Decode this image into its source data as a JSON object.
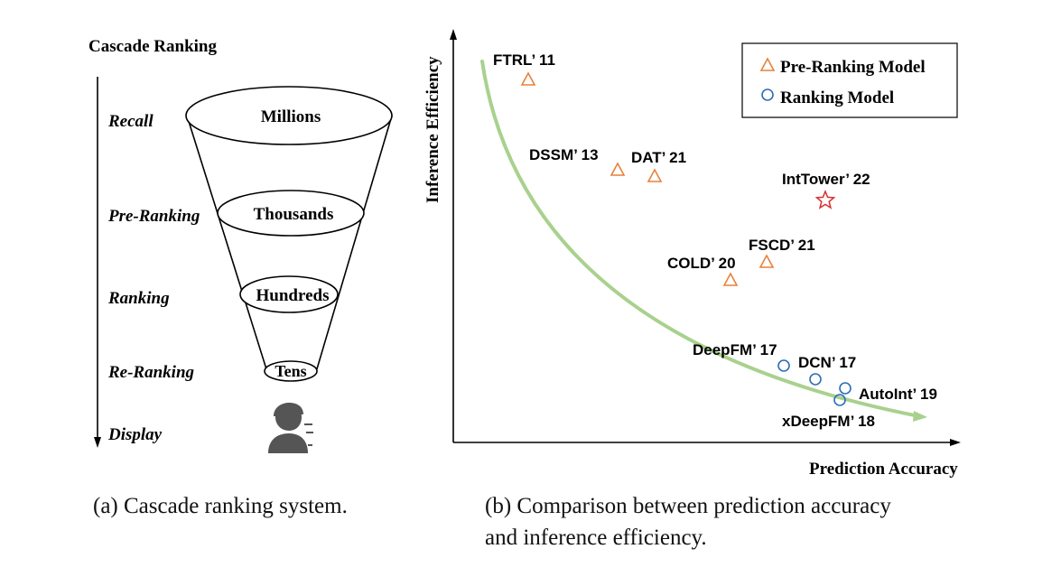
{
  "panel_a": {
    "title": "Cascade Ranking",
    "stages": [
      "Recall",
      "Pre-Ranking",
      "Ranking",
      "Re-Ranking",
      "Display"
    ],
    "levels": [
      "Millions",
      "Thousands",
      "Hundreds",
      "Tens"
    ],
    "icon": "user-icon",
    "caption": "(a) Cascade ranking system."
  },
  "panel_b": {
    "xlabel": "Prediction Accuracy",
    "ylabel": "Inference Efficiency",
    "legend": {
      "pre_ranking": "Pre-Ranking Model",
      "ranking": "Ranking Model"
    },
    "models": {
      "ftrl": "FTRL’ 11",
      "dssm": "DSSM’ 13",
      "dat": "DAT’ 21",
      "intower": "IntTower’ 22",
      "fscd": "FSCD’ 21",
      "cold": "COLD’ 20",
      "deepfm": "DeepFM’ 17",
      "dcn": "DCN’ 17",
      "autoint": "AutoInt’ 19",
      "xdeepfm": "xDeepFM’ 18"
    },
    "caption_line1": "(b) Comparison between prediction accuracy",
    "caption_line2": "and inference efficiency."
  },
  "colors": {
    "pre_ranking": "#E8803A",
    "ranking": "#2E6DB4",
    "intower": "#D62E2E",
    "curve": "#A9D18E",
    "funnel": "#000000",
    "icon": "#555555"
  }
}
